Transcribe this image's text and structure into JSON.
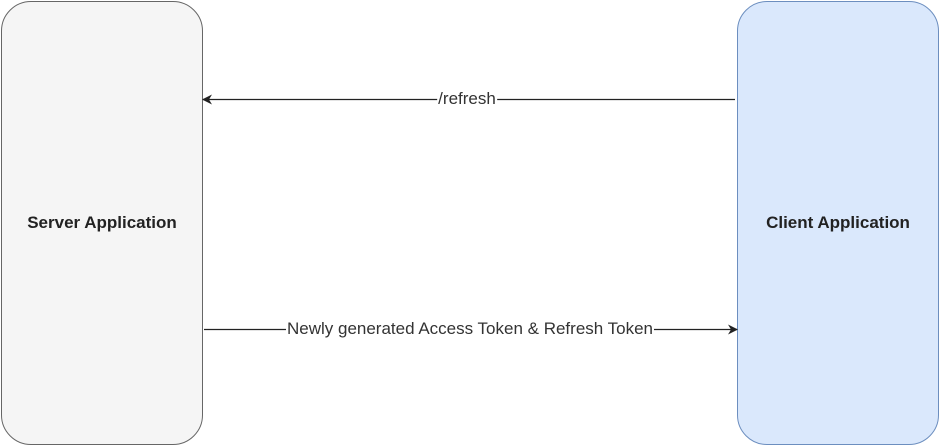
{
  "nodes": {
    "server": {
      "label": "Server Application",
      "fill": "#f5f5f5",
      "stroke": "#666666"
    },
    "client": {
      "label": "Client Application",
      "fill": "#dae8fc",
      "stroke": "#6c8ebf"
    }
  },
  "edges": {
    "refresh": {
      "label": "/refresh",
      "from": "Client Application",
      "to": "Server Application"
    },
    "tokens": {
      "label": "Newly generated Access Token & Refresh Token",
      "from": "Server Application",
      "to": "Client Application"
    }
  },
  "colors": {
    "edge": "#222222",
    "background": "#ffffff"
  }
}
